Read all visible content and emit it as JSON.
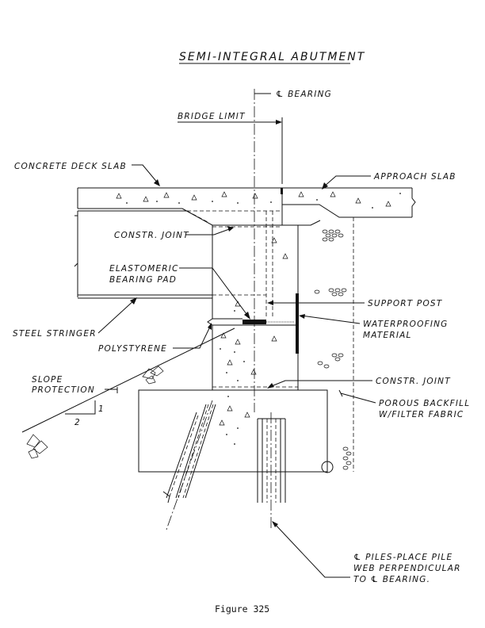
{
  "title": "SEMI-INTEGRAL ABUTMENT",
  "labels": {
    "cl_bearing": "℄ BEARING",
    "bridge_limit": "BRIDGE LIMIT",
    "deck_slab": "CONCRETE DECK SLAB",
    "approach_slab": "APPROACH SLAB",
    "constr_joint_top": "CONSTR. JOINT",
    "elastomeric_1": "ELASTOMERIC",
    "elastomeric_2": "BEARING PAD",
    "support_post": "SUPPORT POST",
    "waterproofing_1": "WATERPROOFING",
    "waterproofing_2": "MATERIAL",
    "steel_stringer": "STEEL STRINGER",
    "polystyrene": "POLYSTYRENE",
    "slope_1": "SLOPE",
    "slope_2": "PROTECTION",
    "constr_joint_bottom": "CONSTR. JOINT",
    "porous_1": "POROUS BACKFILL",
    "porous_2": "W/FILTER FABRIC",
    "piles_1": "℄ PILES-PLACE PILE",
    "piles_2": "WEB PERPENDICULAR",
    "piles_3": "TO ℄ BEARING.",
    "slope_rise": "1",
    "slope_run": "2"
  },
  "caption": "Figure 325"
}
